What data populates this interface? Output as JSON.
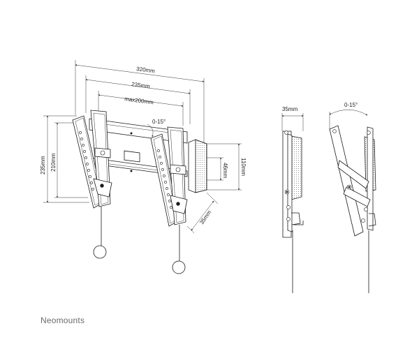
{
  "dimensions": {
    "width_320": "320mm",
    "width_235": "235mm",
    "width_max200": "max200mm",
    "height_235": "235mm",
    "height_210": "210mm",
    "tilt_front": "0-15°",
    "height_46": "46mm",
    "height_110": "110mm",
    "depth_35_front": "35mm",
    "side_depth_35": "35mm",
    "side_tilt": "0-15°"
  },
  "brand": {
    "name": "Neomounts"
  }
}
